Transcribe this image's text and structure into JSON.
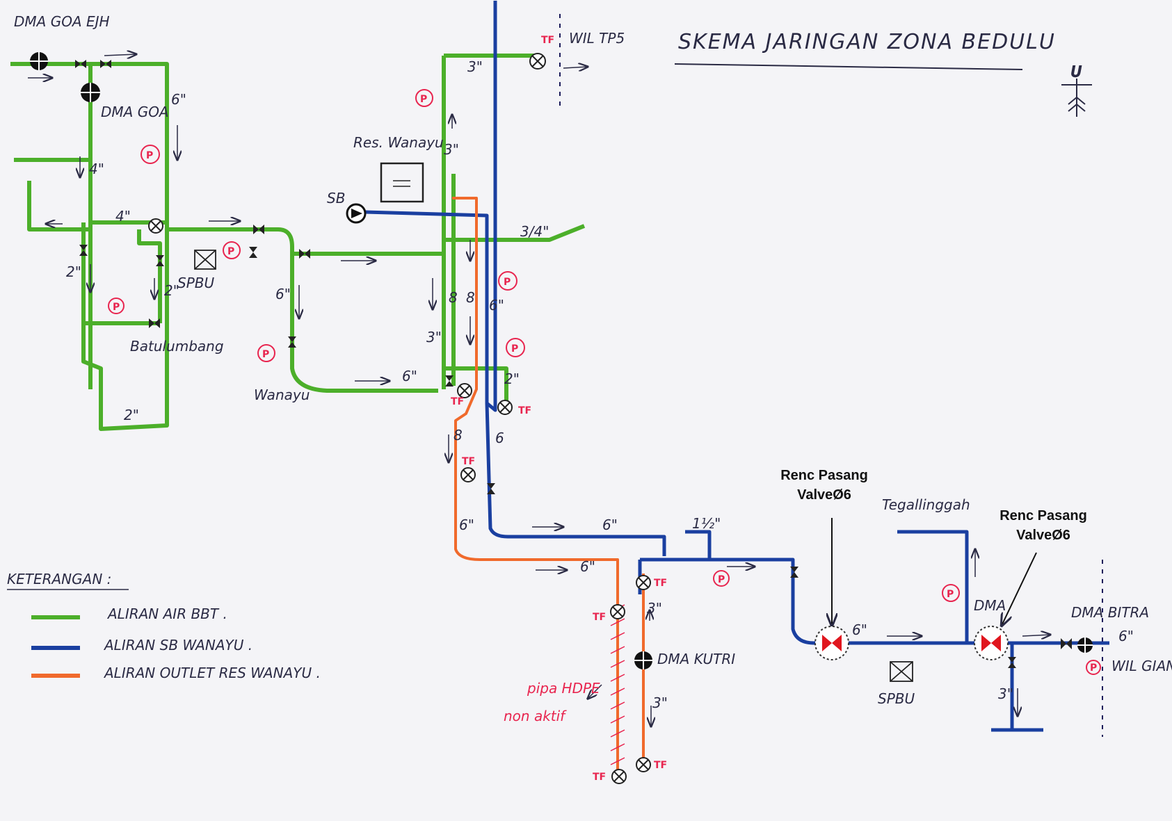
{
  "title": "SKEMA JARINGAN ZONA BEDULU",
  "colors": {
    "bbt": "#4caf2a",
    "sb": "#1a3fa0",
    "outlet": "#f06a2c",
    "marker": "#e8254f",
    "ink": "#2a2a44",
    "callout_valve": "#e0161e"
  },
  "labels": {
    "dma_goa_ejh": "DMA GOA EJH",
    "dma_goa": "DMA GOA",
    "wil_tp5": "WIL TP5",
    "res_wanayu": "Res. Wanayu",
    "sb": "SB",
    "spbu_left": "SPBU",
    "batulumbang": "Batulumbang",
    "wanayu": "Wanayu",
    "tegallinggah": "Tegallinggah",
    "dma_kutri": "DMA KUTRI",
    "pipa_hdpe": "pipa HDPE",
    "non_aktif": "non aktif",
    "spbu_right": "SPBU",
    "dma_right": "DMA",
    "dma_bitra": "DMA BITRA",
    "wil_gianyar": "WIL GIANYAR",
    "p": "P",
    "tf": "TF"
  },
  "sizes": {
    "s3in": "3\"",
    "s6in": "6\"",
    "s4in": "4\"",
    "s2in": "2\"",
    "s3_4in": "3/4\"",
    "s8": "8",
    "s6": "6",
    "s1_5": "1½\""
  },
  "callouts": [
    {
      "line1": "Renc Pasang",
      "line2": "ValveØ6"
    },
    {
      "line1": "Renc Pasang",
      "line2": "ValveØ6"
    }
  ],
  "legend": {
    "heading": "KETERANGAN :",
    "items": [
      {
        "label": "ALIRAN AIR BBT ."
      },
      {
        "label": "ALIRAN SB WANAYU ."
      },
      {
        "label": "ALIRAN OUTLET RES WANAYU ."
      }
    ]
  },
  "compass": {
    "north": "U"
  }
}
